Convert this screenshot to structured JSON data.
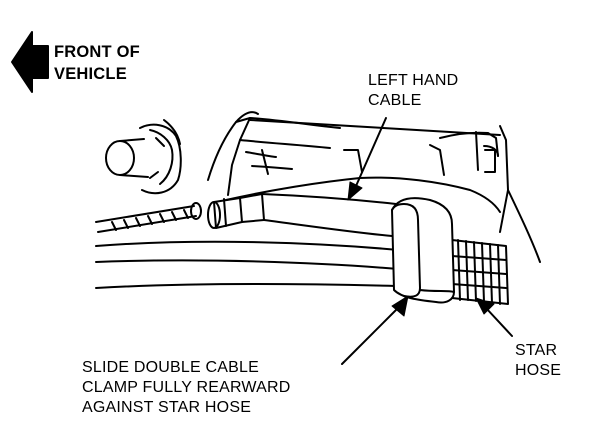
{
  "direction": {
    "line1": "FRONT OF",
    "line2": "VEHICLE"
  },
  "callouts": {
    "cable": {
      "line1": "LEFT HAND",
      "line2": "CABLE"
    },
    "hose": {
      "line1": "STAR",
      "line2": "HOSE"
    },
    "clamp": {
      "line1": "SLIDE DOUBLE CABLE",
      "line2": "CLAMP FULLY REARWARD",
      "line3": "AGAINST STAR HOSE"
    }
  },
  "colors": {
    "ink": "#000000",
    "paper": "#ffffff"
  }
}
